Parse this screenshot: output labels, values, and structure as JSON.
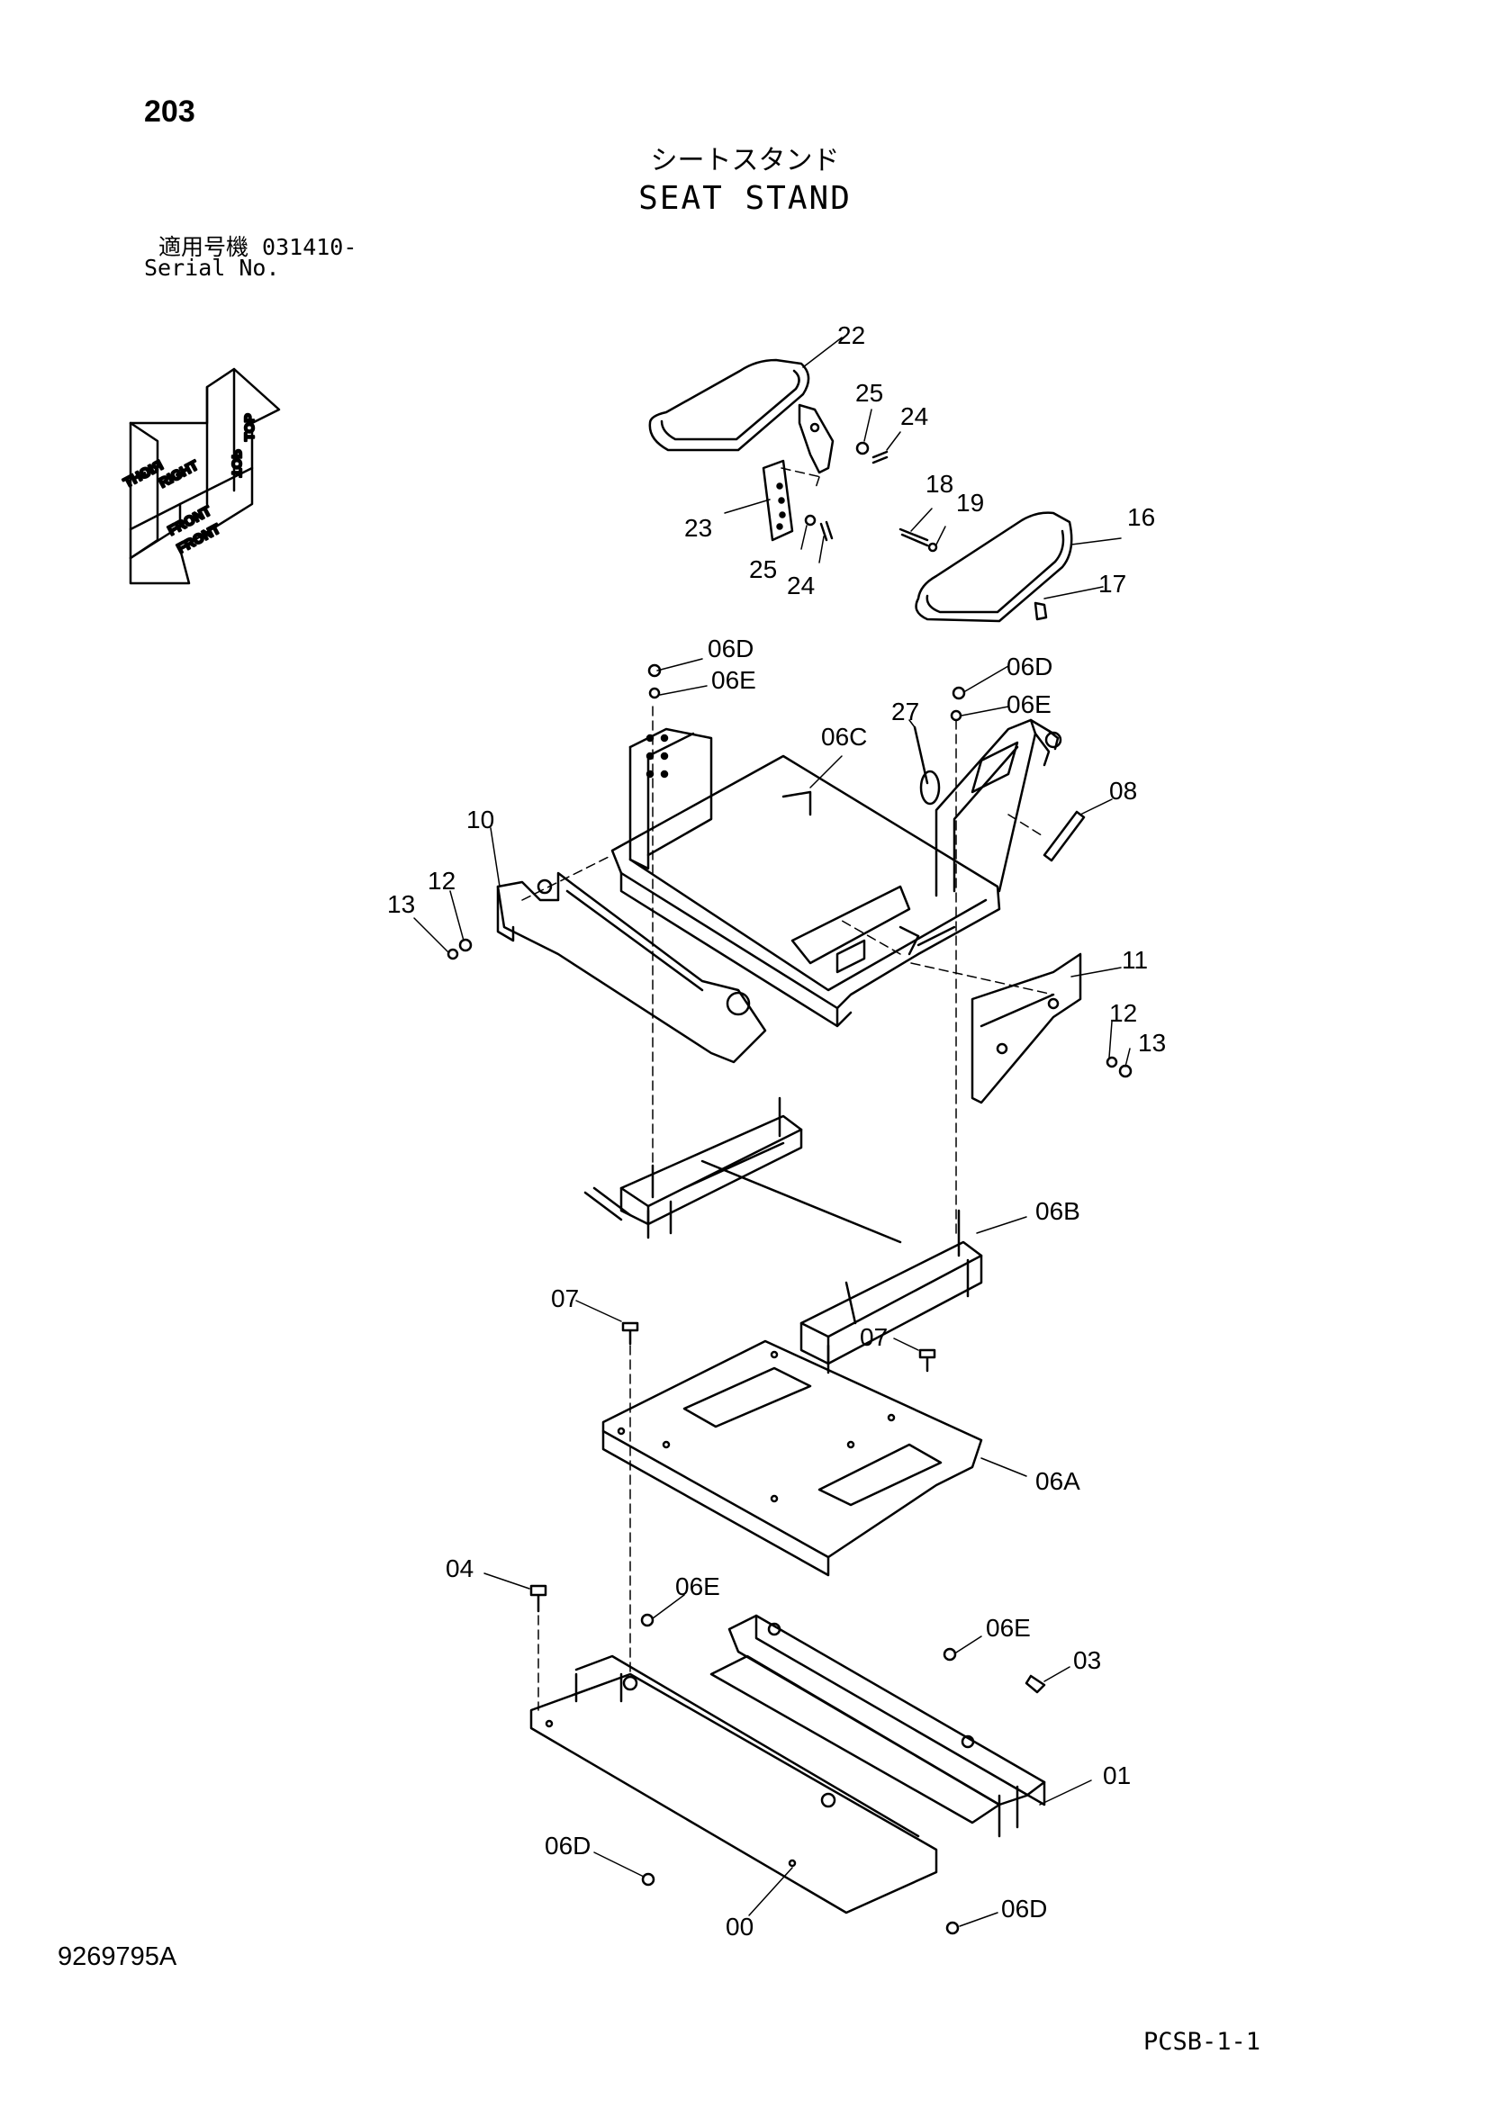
{
  "header": {
    "page_number": "203",
    "title_jp": "シートスタンド",
    "title_en": "SEAT STAND",
    "serial_label_jp": "適用号機 031410-",
    "serial_label_en": "Serial No."
  },
  "orientation": {
    "top_1": "TOP",
    "top_2": "TOP",
    "right_1": "RIGHT",
    "right_2": "RIGHT",
    "front_1": "FRONT",
    "front_2": "FRONT"
  },
  "callouts": {
    "c22": "22",
    "c25a": "25",
    "c24a": "24",
    "c23": "23",
    "c25b": "25",
    "c24b": "24",
    "c18": "18",
    "c19": "19",
    "c16": "16",
    "c17": "17",
    "c06D_l": "06D",
    "c06E_l": "06E",
    "c06D_r": "06D",
    "c06E_r": "06E",
    "c06C": "06C",
    "c27": "27",
    "c08": "08",
    "c10": "10",
    "c12_l": "12",
    "c13_l": "13",
    "c11": "11",
    "c12_r": "12",
    "c13_r": "13",
    "c06B": "06B",
    "c07_l": "07",
    "c07_r": "07",
    "c06A": "06A",
    "c04": "04",
    "c06E_b1": "06E",
    "c06E_b2": "06E",
    "c03": "03",
    "c01": "01",
    "c06D_b1": "06D",
    "c00": "00",
    "c06D_b2": "06D"
  },
  "footer": {
    "doc_code": "9269795A",
    "page_code": "PCSB-1-1"
  }
}
